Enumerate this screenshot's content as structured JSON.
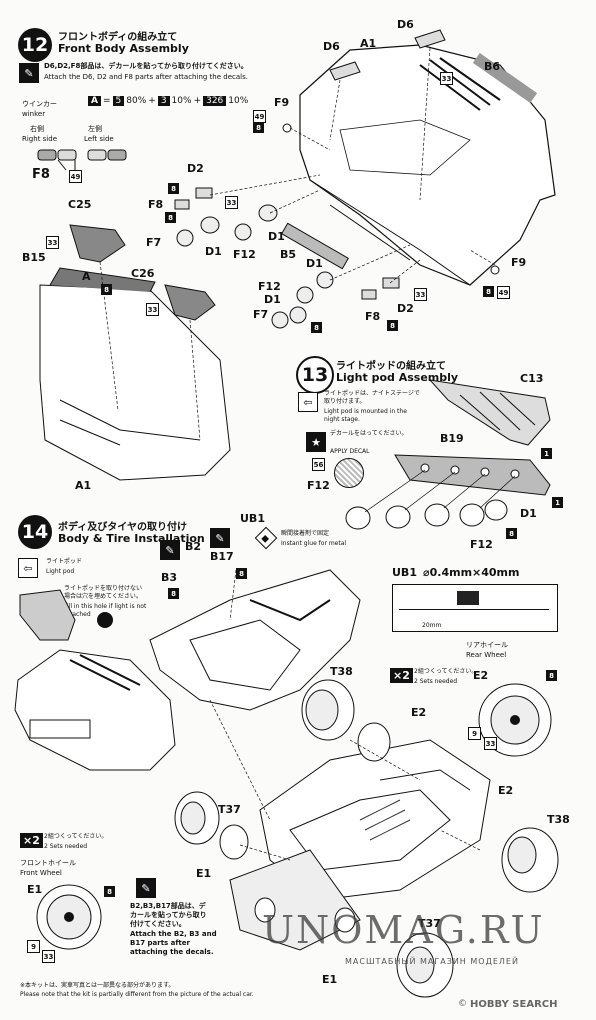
{
  "step12": {
    "number": "12",
    "title_jp": "フロントボディの組み立て",
    "title_en": "Front Body Assembly",
    "note_jp": "D6,D2,F8部品は、デカールを貼ってから取り付けてください。",
    "note_en1": "Attach the D6, D2 and F8 parts after attaching the decals.",
    "winker_jp": "ウインカー",
    "winker_en": "winker",
    "right_jp": "右側",
    "right_en": "Right side",
    "left_jp": "左側",
    "left_en": "Left side",
    "color_formula": {
      "a": "A",
      "eq": "=",
      "c1": "5",
      "p1": "80%",
      "plus1": "+",
      "c2": "3",
      "p2": "10%",
      "plus2": "+",
      "c3": "326",
      "p3": "10%"
    }
  },
  "step13": {
    "number": "13",
    "title_jp": "ライトポッドの組み立て",
    "title_en": "Light pod Assembly",
    "note_jp": "ライトポッドは、ナイトステージで取り付けます。",
    "note_en": "Light pod is mounted in the night stage.",
    "decal_jp": "デカールをはってください。",
    "decal_en": "APPLY DECAL",
    "decal_num": "56"
  },
  "step14": {
    "number": "14",
    "title_jp": "ボディ及びタイヤの取り付け",
    "title_en": "Body & Tire Installation",
    "lightpod_jp": "ライトポッド",
    "lightpod_en": "Light pod",
    "hole_jp": "ライトポッドを取り付けない場合は穴を埋めてください。",
    "hole_en": "Fill in this hole if light is not attached",
    "glue_jp": "瞬間接着剤で固定",
    "glue_en": "Instant glue for metal",
    "ub1_spec": "UB1",
    "ub1_size": "⌀0.4mm×40mm",
    "ub1_len": "20mm",
    "rear_jp": "リアホイール",
    "rear_en": "Rear Wheel",
    "sets_x2": "×2",
    "sets_jp": "2組つくってください。",
    "sets_en": "2 Sets needed",
    "front_jp": "フロントホイール",
    "front_en": "Front Wheel",
    "decal_note_jp": "B2,B3,B17部品は、デカールを貼ってから取り付けてください。",
    "decal_note_en": "Attach the B2, B3 and B17 parts after attaching the decals."
  },
  "labels": {
    "A1": "A1",
    "A1b": "A1",
    "D6": "D6",
    "D6b": "D6",
    "B6": "B6",
    "F9": "F9",
    "F9b": "F9",
    "D2": "D2",
    "D2b": "D2",
    "F8": "F8",
    "F8b": "F8",
    "F8c": "F8",
    "F7": "F7",
    "F7b": "F7",
    "D1": "D1",
    "D1b": "D1",
    "D1c": "D1",
    "D1d": "D1",
    "D1e": "D1",
    "F12": "F12",
    "F12b": "F12",
    "F12c": "F12",
    "F12d": "F12",
    "B5": "B5",
    "C25": "C25",
    "C26": "C26",
    "B15": "B15",
    "A": "A",
    "C13": "C13",
    "B19": "B19",
    "UB1": "UB1",
    "B2": "B2",
    "B17": "B17",
    "B3": "B3",
    "T38": "T38",
    "T38b": "T38",
    "E2": "E2",
    "E2b": "E2",
    "E2c": "E2",
    "T37": "T37",
    "T37b": "T37",
    "E1": "E1",
    "E1b": "E1",
    "E1c": "E1"
  },
  "tags": {
    "n8": "8",
    "n33": "33",
    "n49": "49",
    "n9": "9",
    "n1": "1",
    "n56": "56"
  },
  "footer": {
    "note_jp": "※本キットは、実車写真とは一部異なる部分があります。",
    "note_en": "Please note that the kit is partially different from the picture of the actual car.",
    "watermark": "UNOMAG.RU",
    "watermark_sub": "МАСШТАБНЫЙ МАГАЗИН МОДЕЛЕЙ",
    "hobby": "HOBBY SEARCH",
    "copyright": "©"
  }
}
